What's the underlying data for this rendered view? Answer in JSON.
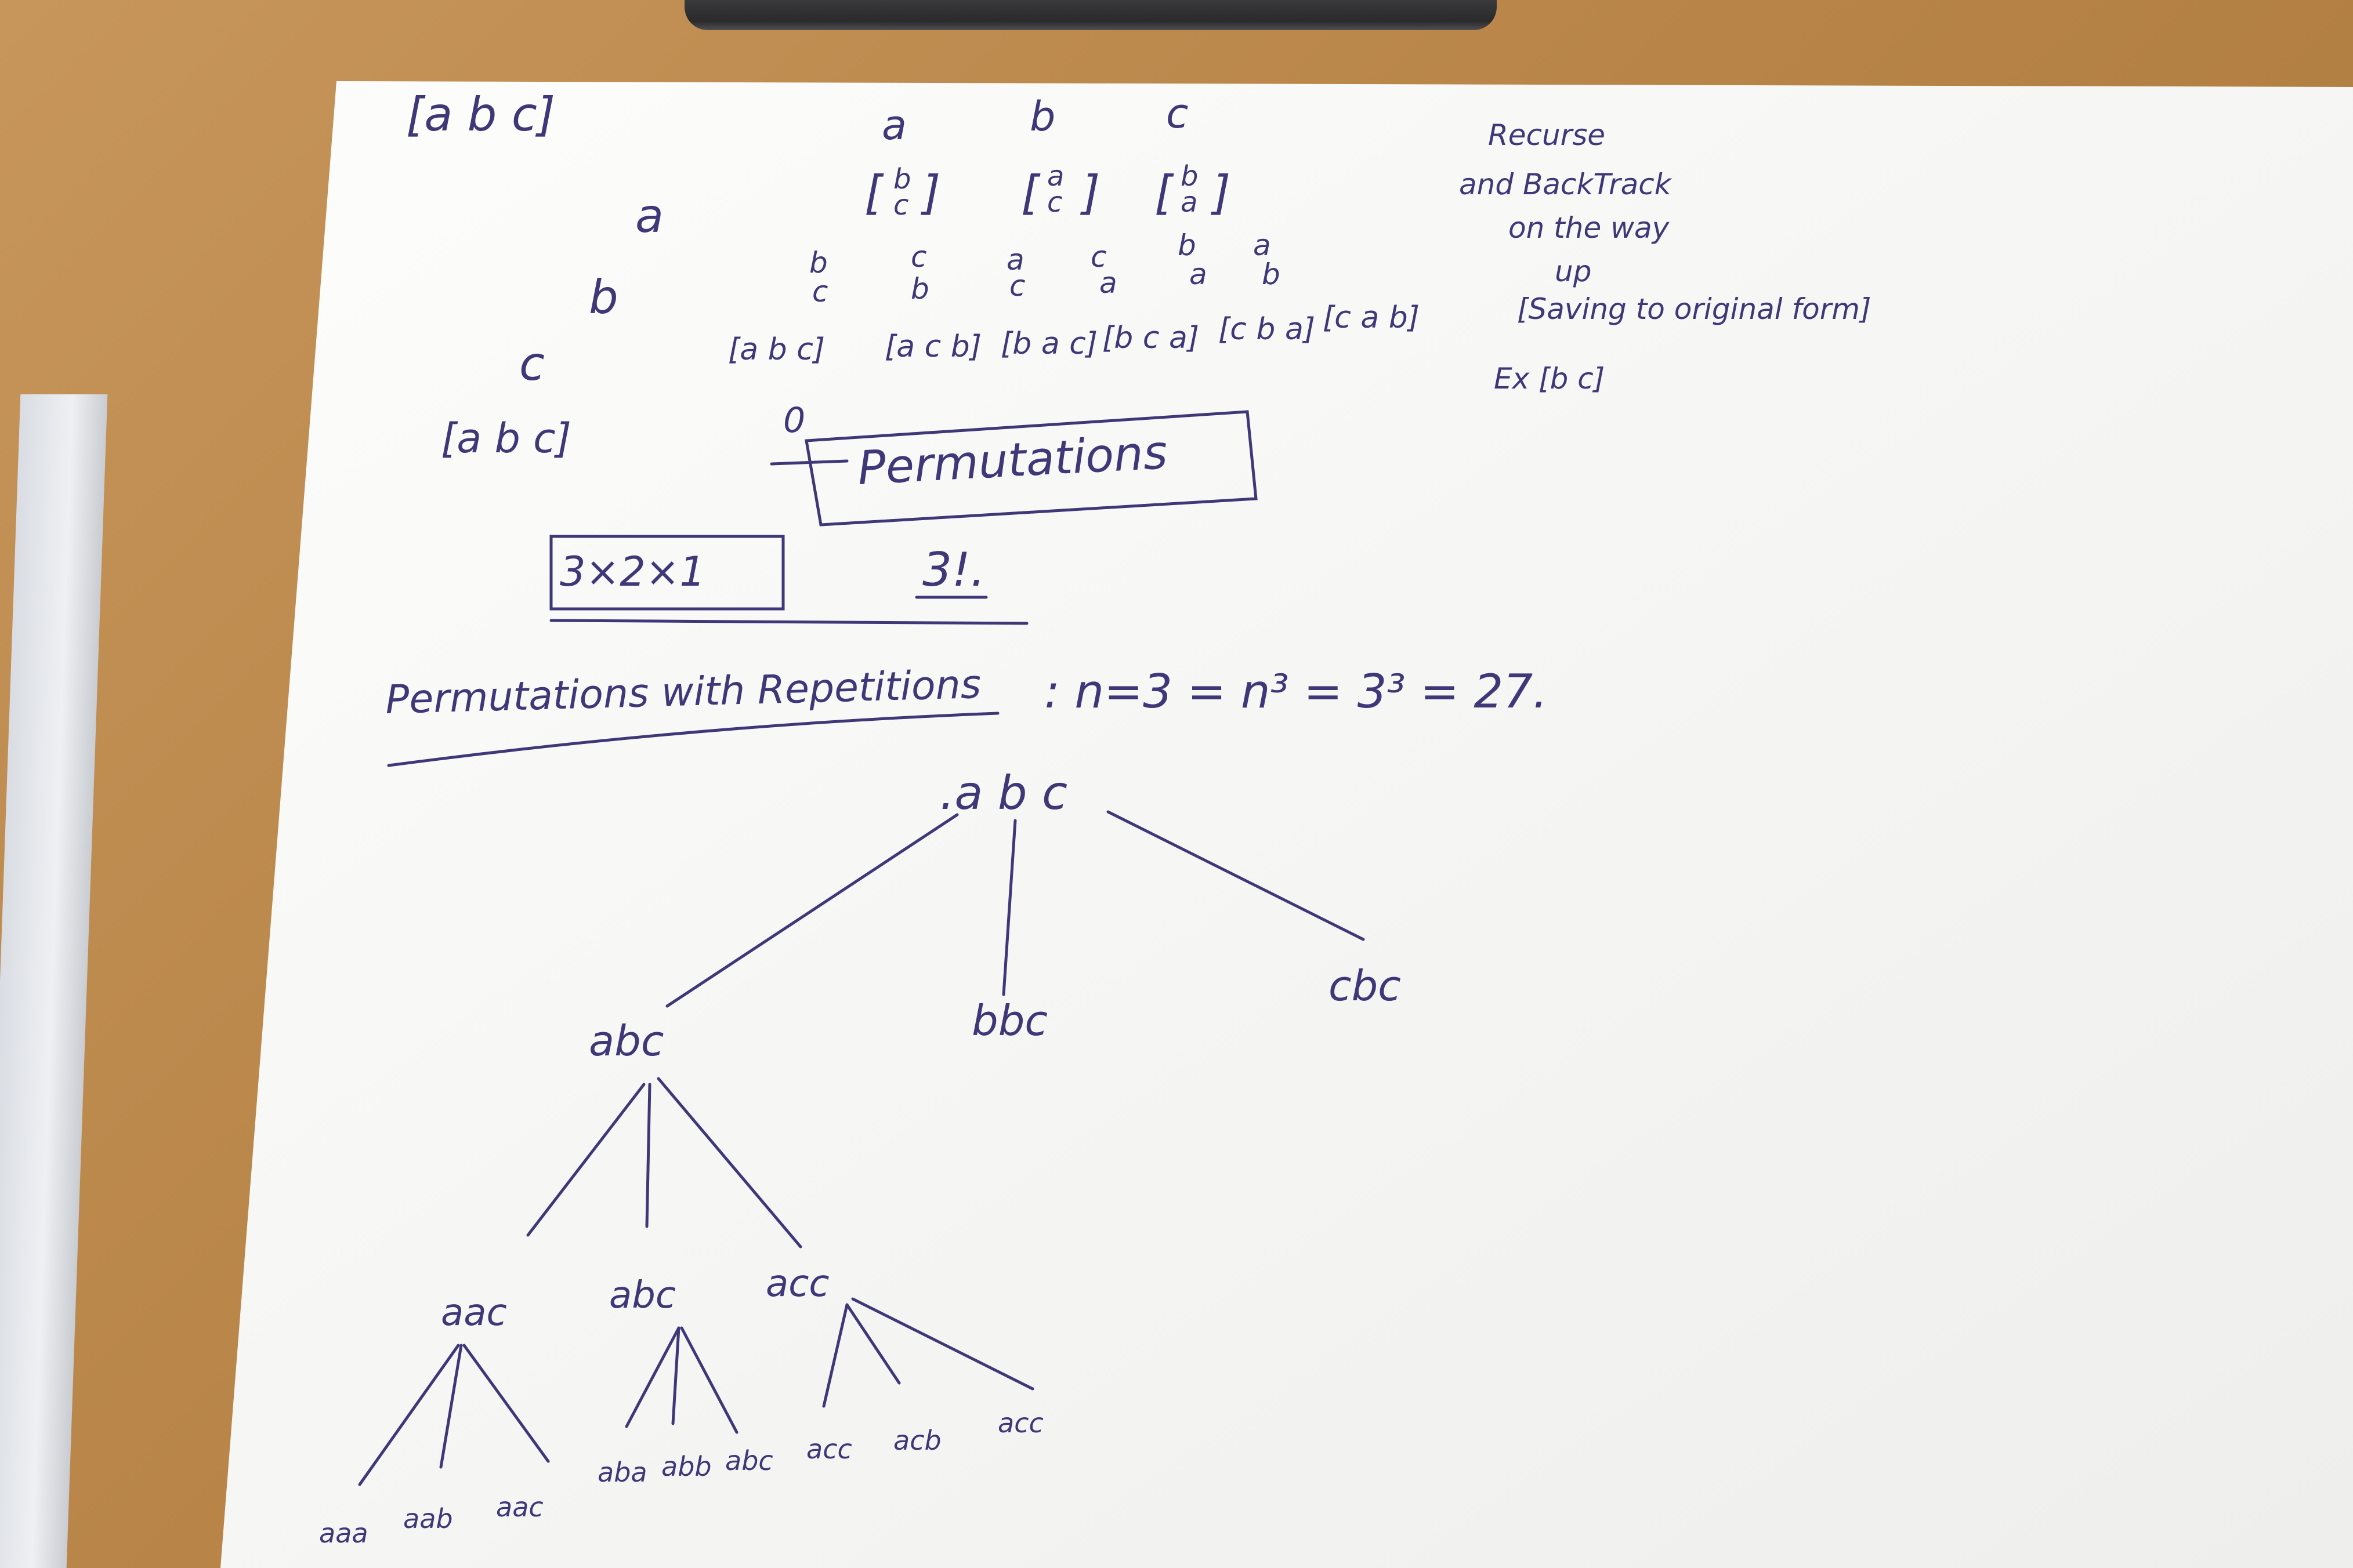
{
  "notes": {
    "top_set": "[a b c]",
    "col_heads": [
      "a",
      "b",
      "c"
    ],
    "col_sets": [
      "[b c]",
      "[a c]",
      "[b a]"
    ],
    "col_sets_top": [
      "b",
      "a",
      "b"
    ],
    "col_sets_bottom": [
      "c",
      "c",
      "a"
    ],
    "level_letters": [
      "a",
      "b",
      "c"
    ],
    "pairs_top": [
      "b",
      "c",
      "a",
      "c",
      "b",
      "a"
    ],
    "pairs_bottom": [
      "c",
      "b",
      "c",
      "a",
      "a",
      "b"
    ],
    "results": [
      "[a b c]",
      "[a c b]",
      "[b a c]",
      "[b c a]",
      "[c b a]",
      "[c a b]"
    ],
    "bottom_set": "[a b c]",
    "zero": "0",
    "permutations_label": "Permutations",
    "factorial_box": "3×2×1",
    "factorial": "3!.",
    "side_note_lines": [
      "Recurse",
      "and BackTrack",
      "on the way",
      "up",
      "[Saving to original form]",
      "Ex [b c]"
    ],
    "repetition_title": "Permutations with Repetitions",
    "formula": ": n=3 = n³ = 3³ = 27."
  },
  "tree": {
    "root": ".a b c",
    "level1": [
      "abc",
      "bbc",
      "cbc"
    ],
    "level2": [
      "aac",
      "abc",
      "acc"
    ],
    "level3_aac": [
      "aaa",
      "aab",
      "aac"
    ],
    "level3_abc": [
      "aba",
      "abb",
      "abc"
    ],
    "level3_acc": [
      "acc",
      "acb",
      "acc"
    ]
  },
  "colors": {
    "ink": "#3e3878",
    "paper": "#fbfbfa",
    "desk": "#b8864a"
  }
}
